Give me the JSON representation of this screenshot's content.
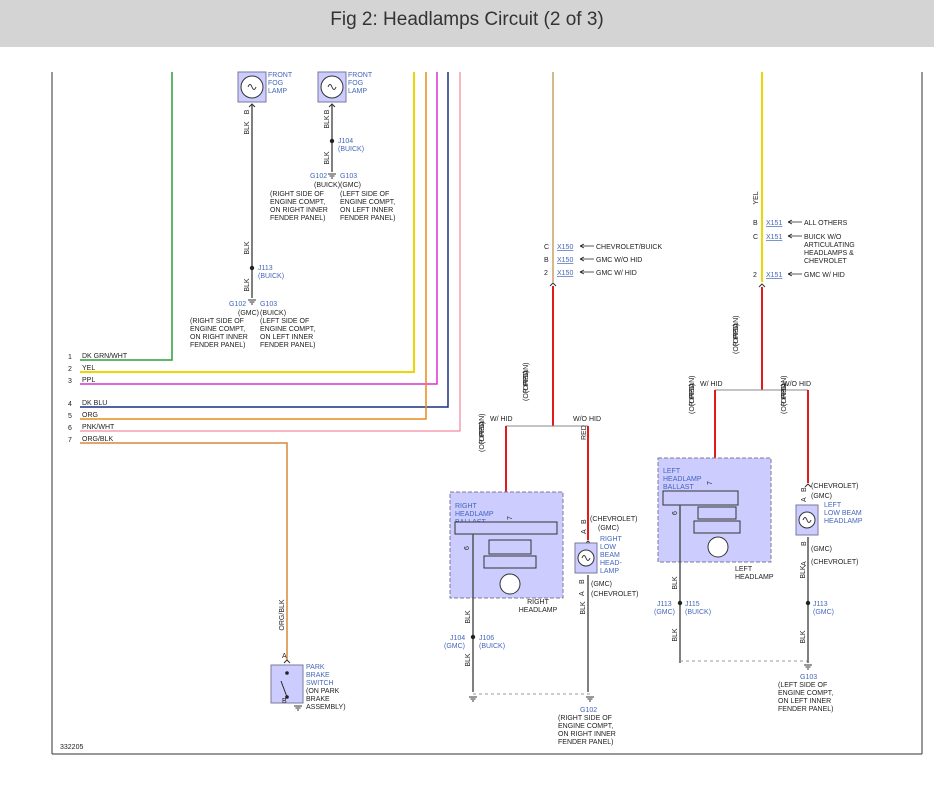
{
  "title": "Fig 2: Headlamps Circuit (2 of 3)",
  "colors": {
    "dk_grn_wht": "#2e9e3a",
    "yel": "#ebd800",
    "ppl": "#d633d6",
    "dk_blu": "#1a2f80",
    "org": "#e98a1a",
    "pnk_wht": "#f06e8a",
    "org_blk": "#d9883a",
    "tan": "#d4b98a",
    "red": "#e11b1b",
    "blk": "#555555",
    "component_fill": "#ccccff",
    "component_border": "#7a7a9a"
  },
  "left_fog": {
    "fog1_label": [
      "FRONT",
      "FOG",
      "LAMP"
    ],
    "fog2_label": [
      "FRONT",
      "FOG",
      "LAMP"
    ],
    "pin_b": "B",
    "wire_blk": "BLK",
    "j104": "J104",
    "j104_sub": "(BUICK)",
    "g102": "G102",
    "g103": "G103",
    "g102_sub": "(BUICK)",
    "g103_sub": "(GMC)",
    "note_right": [
      "(RIGHT SIDE OF",
      "ENGINE COMPT,",
      "ON RIGHT INNER",
      "FENDER PANEL)"
    ],
    "note_left": [
      "(LEFT SIDE OF",
      "ENGINE COMPT,",
      "ON LEFT INNER",
      "FENDER PANEL)"
    ],
    "j113": "J113",
    "j113_sub": "(BUICK)",
    "g102_b": "G102",
    "g103_b": "G103",
    "g102_b_sub": "(GMC)",
    "g103_b_sub": "(BUICK)"
  },
  "left_wires": [
    {
      "num": "1",
      "label": "DK GRN/WHT"
    },
    {
      "num": "2",
      "label": "YEL"
    },
    {
      "num": "3",
      "label": "PPL"
    },
    {
      "num": "4",
      "label": "DK BLU"
    },
    {
      "num": "5",
      "label": "ORG"
    },
    {
      "num": "6",
      "label": "PNK/WHT"
    },
    {
      "num": "7",
      "label": "ORG/BLK"
    }
  ],
  "park_brake": {
    "wire": "ORG/BLK",
    "pin_a": "A",
    "pin_b": "B",
    "label": [
      "PARK",
      "BRAKE",
      "SWITCH"
    ],
    "sub": [
      "(ON PARK",
      "BRAKE",
      "ASSEMBLY)"
    ]
  },
  "right_connector_x150": [
    {
      "pin": "C",
      "conn": "X150",
      "desc": "CHEVROLET/BUICK"
    },
    {
      "pin": "B",
      "conn": "X150",
      "desc": "GMC W/O HID"
    },
    {
      "pin": "2",
      "conn": "X150",
      "desc": "GMC W/ HID"
    }
  ],
  "left_connector_x151": [
    {
      "pin": "B",
      "conn": "X151",
      "desc": "ALL OTHERS"
    },
    {
      "pin": "C",
      "conn": "X151",
      "desc": [
        "BUICK W/O",
        "ARTICULATING",
        "HEADLAMPS &",
        "CHEVROLET"
      ]
    },
    {
      "pin": "2",
      "conn": "X151",
      "desc": "GMC W/ HID"
    }
  ],
  "wire_labels": {
    "red_or_tan_or_ppl": [
      "RED",
      "(OR TAN)",
      "(OR PPL)"
    ],
    "w_hid": "W/ HID",
    "wo_hid": "W/O HID",
    "yel": "YEL",
    "blk": "BLK"
  },
  "right_headlamp": {
    "ballast": [
      "RIGHT",
      "HEADLAMP",
      "BALLAST"
    ],
    "pin7": "7",
    "pin6": "6",
    "label": [
      "RIGHT",
      "HEADLAMP"
    ],
    "low_beam": [
      "RIGHT",
      "LOW",
      "BEAM",
      "HEAD-",
      "LAMP"
    ],
    "pin_b": "B",
    "pin_a": "A",
    "chev": "(CHEVROLET)",
    "gmc": "(GMC)",
    "j104": "J104",
    "j104_sub": "(GMC)",
    "j106": "J106",
    "j106_sub": "(BUICK)",
    "g102": "G102",
    "g102_note": [
      "(RIGHT SIDE OF",
      "ENGINE COMPT,",
      "ON RIGHT INNER",
      "FENDER PANEL)"
    ]
  },
  "left_headlamp": {
    "ballast": [
      "LEFT",
      "HEADLAMP",
      "BALLAST"
    ],
    "pin7": "7",
    "pin6": "6",
    "label": [
      "LEFT",
      "HEADLAMP"
    ],
    "low_beam": [
      "LEFT",
      "LOW BEAM",
      "HEADLAMP"
    ],
    "pin_b": "B",
    "pin_a": "A",
    "chev": "(CHEVROLET)",
    "gmc": "(GMC)",
    "j113": "J113",
    "j113_sub": "(GMC)",
    "j115": "J115",
    "j115_sub": "(BUICK)",
    "j113_r": "J113",
    "j113_r_sub": "(GMC)",
    "g103": "G103",
    "g103_note": [
      "(LEFT SIDE OF",
      "ENGINE COMPT,",
      "ON LEFT INNER",
      "FENDER PANEL)"
    ]
  },
  "figure_number": "332205"
}
